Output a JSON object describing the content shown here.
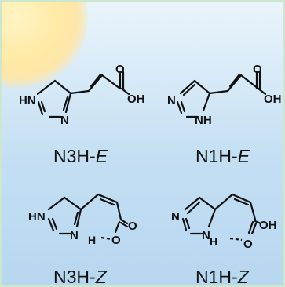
{
  "molecules": [
    {
      "name": "N3H",
      "isomer": "E",
      "sep": "-"
    },
    {
      "name": "N1H",
      "isomer": "E",
      "sep": "-"
    },
    {
      "name": "N3H",
      "isomer": "Z",
      "sep": "-"
    },
    {
      "name": "N1H",
      "isomer": "Z",
      "sep": "-"
    }
  ],
  "atoms": {
    "oxygen": "O",
    "hydroxyl": "OH",
    "nitrogen": "N",
    "nh": "NH",
    "hn": "HN",
    "h": "H"
  },
  "colors": {
    "sky_top": "#eaf4fb",
    "sky_bottom": "#b7d7f0",
    "sun": "#fde6a8",
    "frame_border": "#cde6ce",
    "bond": "#111111"
  }
}
